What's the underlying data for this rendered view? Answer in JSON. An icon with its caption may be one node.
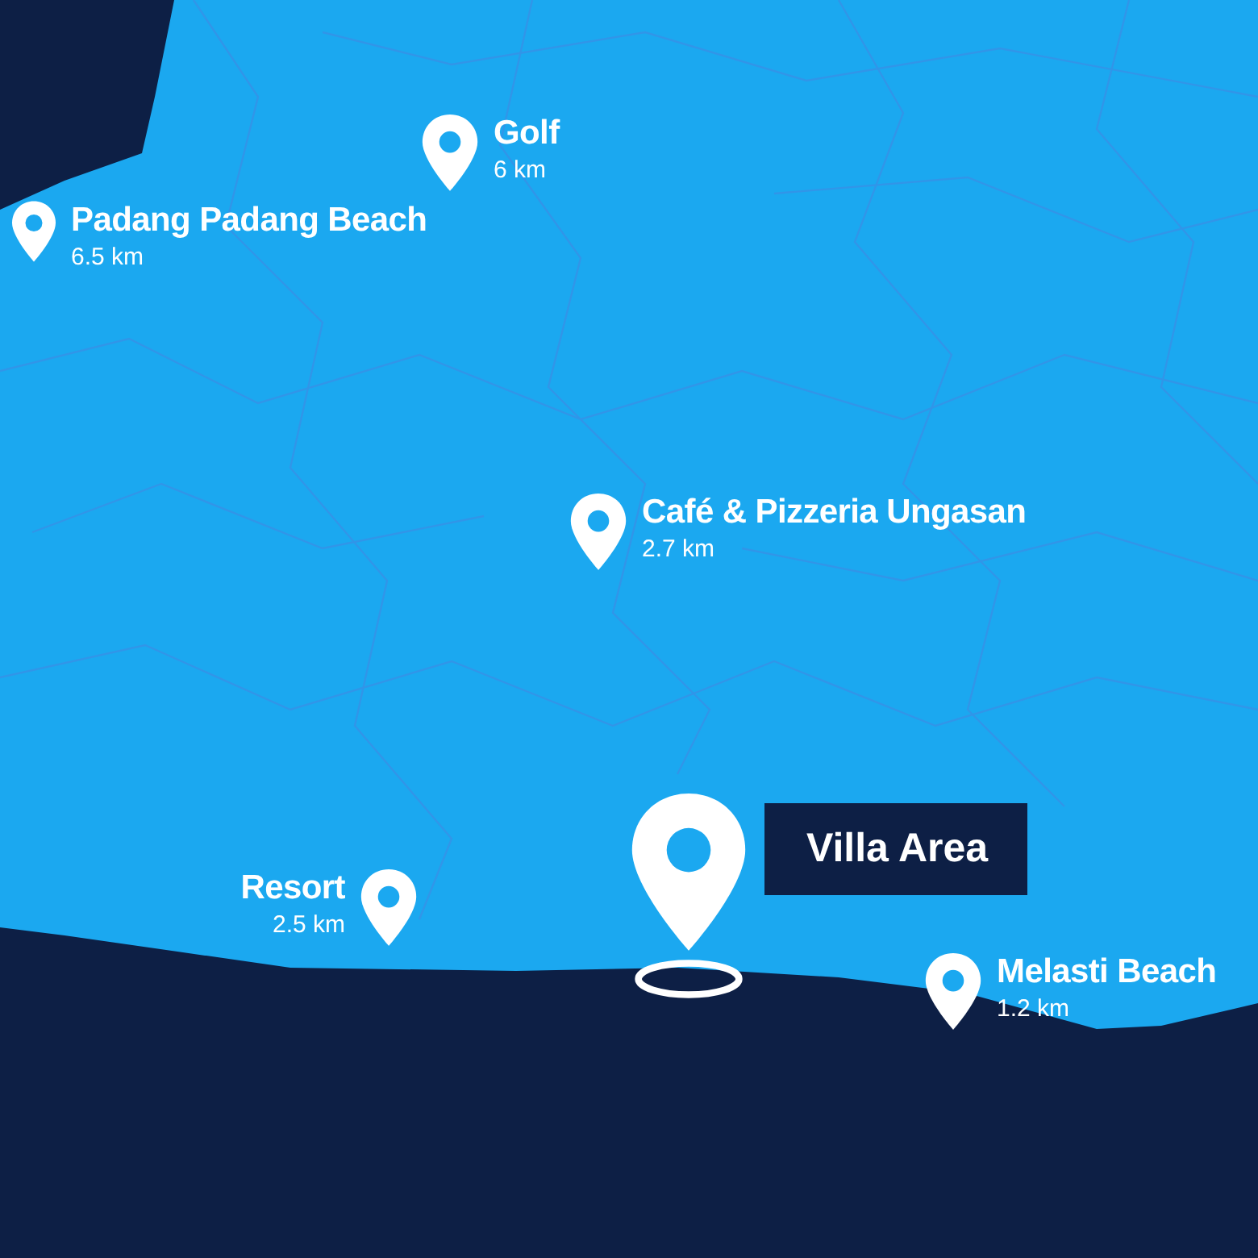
{
  "diagram": {
    "nodes": [
      {
        "text": [
          "Golf",
          "6 km"
        ]
      },
      {
        "text": [
          "Padang Padang Beach",
          "6.5 km"
        ]
      },
      {
        "text": [
          "Café & Pizzeria Ungasan",
          "2.7 km"
        ]
      },
      {
        "text": [
          "Resort",
          "2.5 km"
        ]
      },
      {
        "text": [
          "Villa Area"
        ]
      },
      {
        "text": [
          "Melasti Beach",
          "1.2 km"
        ]
      }
    ]
  }
}
